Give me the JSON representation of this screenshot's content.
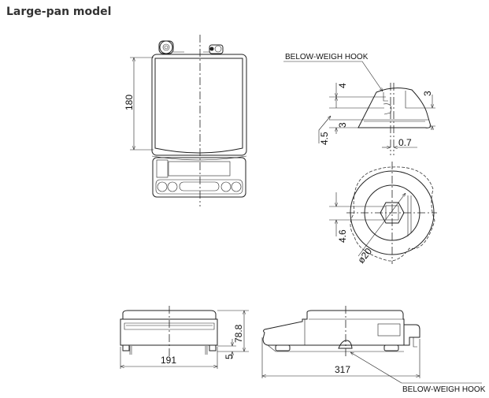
{
  "title": "Large-pan model",
  "labels": {
    "hook_top": "BELOW-WEIGH HOOK",
    "hook_bottom": "BELOW-WEIGH HOOK"
  },
  "dimensions": {
    "depth_pan": "180",
    "hook_4": "4",
    "hook_3_left": "3",
    "hook_4_5": "4.5",
    "hook_3_right": "3",
    "hook_0_7": "0.7",
    "hook_4_6": "4.6",
    "hook_dia": "ø20",
    "width": "191",
    "height": "78.8",
    "foot": "5",
    "length": "317"
  }
}
